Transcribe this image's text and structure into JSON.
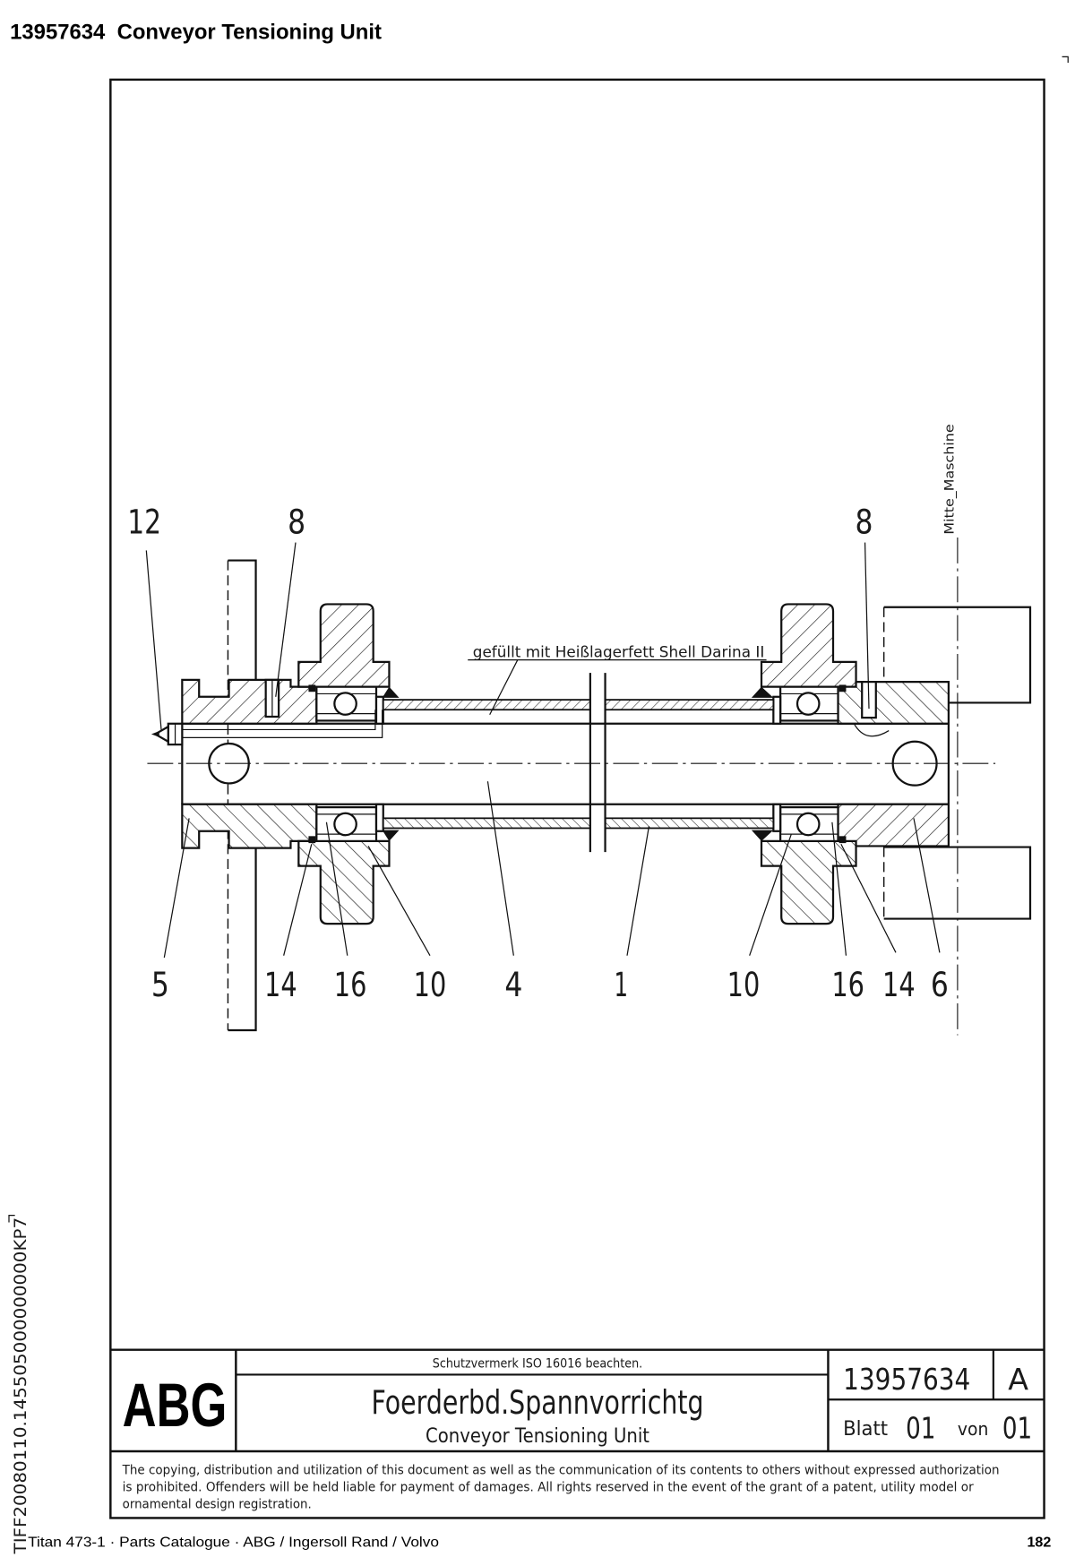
{
  "header": {
    "title": "13957634  Conveyor Tensioning Unit"
  },
  "drawing": {
    "callouts": {
      "top": [
        "12",
        "8",
        "8"
      ],
      "bottom": [
        "5",
        "14",
        "16",
        "10",
        "4",
        "1",
        "10",
        "16",
        "14",
        "6"
      ]
    },
    "note": "gefüllt mit Heißlagerfett Shell Darina II",
    "centerline_label": "Mitte_Maschine"
  },
  "title_block": {
    "logo": "ABG",
    "protection_note": "Schutzvermerk ISO 16016 beachten.",
    "title_de": "Foerderbd.Spannvorrichtg",
    "title_en": "Conveyor Tensioning Unit",
    "drawing_number": "13957634",
    "revision": "A",
    "sheet_label": "Blatt",
    "sheet": "01",
    "of_label": "von",
    "sheet_total": "01"
  },
  "copyright_notice": [
    "The copying, distribution and utilization of this document as well as the communication of its contents to others without expressed authorization",
    "is prohibited. Offenders will be held liable for payment of damages. All rights reserved in the event of the grant of a patent, utility model or",
    "ornamental design registration."
  ],
  "footer": {
    "left": "Titan 473-1 · Parts Catalogue · ABG / Ingersoll Rand / Volvo",
    "page": "182"
  },
  "scan_code": "TIFF20080110.145505000000000KP7"
}
